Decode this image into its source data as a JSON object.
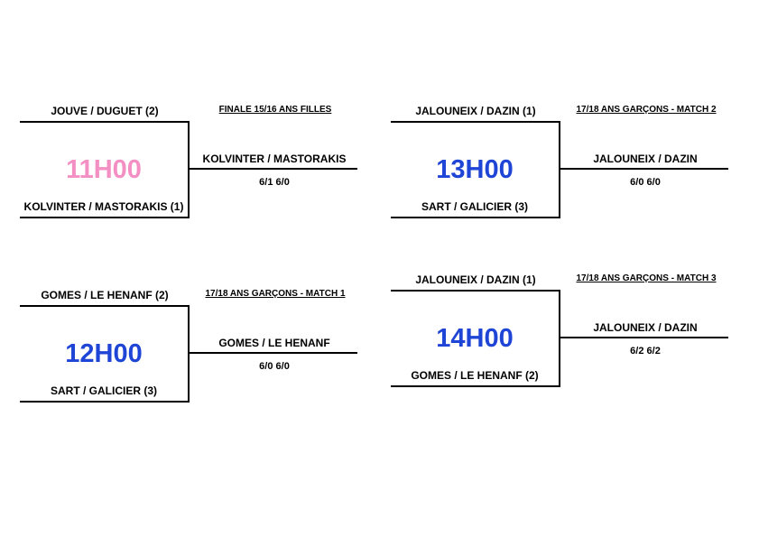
{
  "matches": [
    {
      "title": "FINALE 15/16 ANS FILLES",
      "team_top": "JOUVE / DUGUET (2)",
      "team_bottom": "KOLVINTER / MASTORAKIS (1)",
      "time": "11H00",
      "time_color": "#f48fc4",
      "winner": "KOLVINTER / MASTORAKIS",
      "score": "6/1 6/0"
    },
    {
      "title": "17/18 ANS GARÇONS - MATCH 2",
      "team_top": "JALOUNEIX / DAZIN (1)",
      "team_bottom": "SART / GALICIER (3)",
      "time": "13H00",
      "time_color": "#1f45d6",
      "winner": "JALOUNEIX / DAZIN",
      "score": "6/0 6/0"
    },
    {
      "title": "17/18 ANS GARÇONS - MATCH 1",
      "team_top": "GOMES / LE HENANF (2)",
      "team_bottom": "SART / GALICIER (3)",
      "time": "12H00",
      "time_color": "#1f45d6",
      "winner": "GOMES / LE HENANF",
      "score": "6/0 6/0"
    },
    {
      "title": "17/18 ANS GARÇONS - MATCH 3",
      "team_top": "JALOUNEIX / DAZIN (1)",
      "team_bottom": "GOMES / LE HENANF (2)",
      "time": "14H00",
      "time_color": "#1f45d6",
      "winner": "JALOUNEIX / DAZIN",
      "score": "6/2 6/2"
    }
  ]
}
